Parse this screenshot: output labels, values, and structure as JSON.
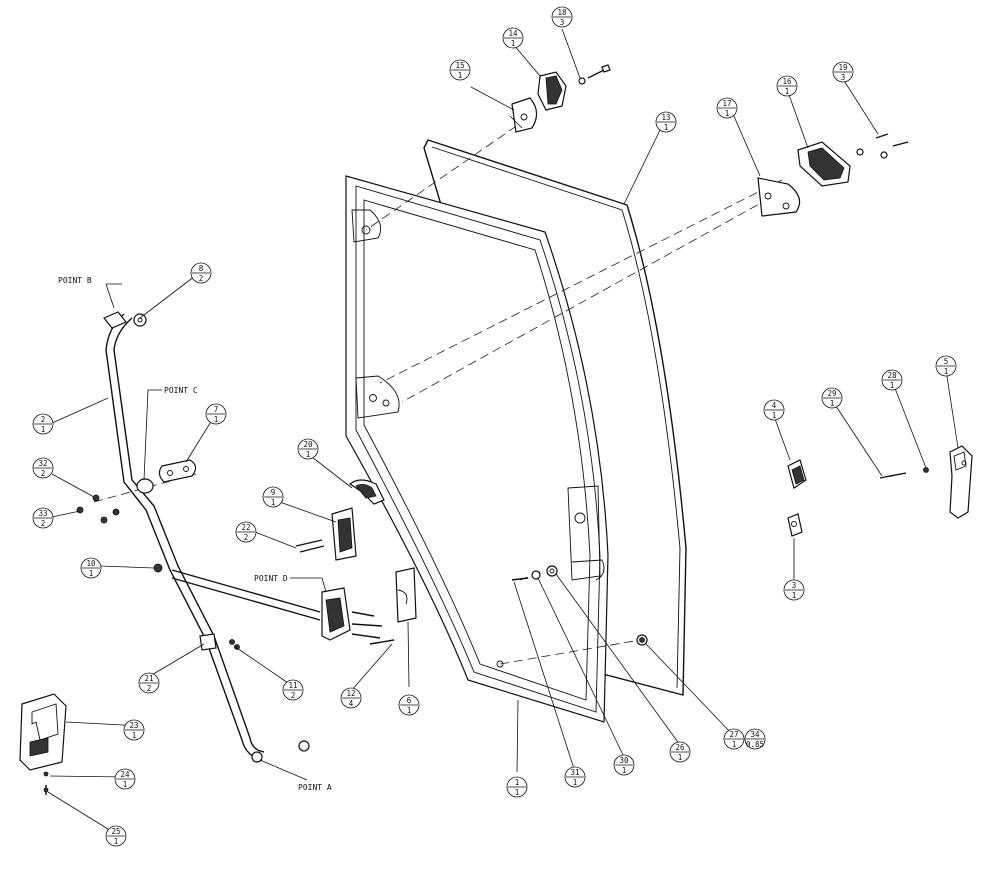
{
  "callouts": [
    {
      "item": "1",
      "qty": "1"
    },
    {
      "item": "2",
      "qty": "1"
    },
    {
      "item": "3",
      "qty": "1"
    },
    {
      "item": "4",
      "qty": "1"
    },
    {
      "item": "5",
      "qty": "1"
    },
    {
      "item": "6",
      "qty": "1"
    },
    {
      "item": "7",
      "qty": "1"
    },
    {
      "item": "8",
      "qty": "2"
    },
    {
      "item": "9",
      "qty": "1"
    },
    {
      "item": "10",
      "qty": "1"
    },
    {
      "item": "11",
      "qty": "2"
    },
    {
      "item": "12",
      "qty": "4"
    },
    {
      "item": "13",
      "qty": "1"
    },
    {
      "item": "14",
      "qty": "1"
    },
    {
      "item": "15",
      "qty": "1"
    },
    {
      "item": "16",
      "qty": "1"
    },
    {
      "item": "17",
      "qty": "1"
    },
    {
      "item": "18",
      "qty": "3"
    },
    {
      "item": "19",
      "qty": "3"
    },
    {
      "item": "20",
      "qty": "1"
    },
    {
      "item": "21",
      "qty": "2"
    },
    {
      "item": "22",
      "qty": "2"
    },
    {
      "item": "23",
      "qty": "1"
    },
    {
      "item": "24",
      "qty": "1"
    },
    {
      "item": "25",
      "qty": "1"
    },
    {
      "item": "26",
      "qty": "1"
    },
    {
      "item": "27",
      "qty": "1"
    },
    {
      "item": "28",
      "qty": "1"
    },
    {
      "item": "29",
      "qty": "1"
    },
    {
      "item": "30",
      "qty": "1"
    },
    {
      "item": "31",
      "qty": "1"
    },
    {
      "item": "32",
      "qty": "2"
    },
    {
      "item": "33",
      "qty": "2"
    },
    {
      "item": "34",
      "qty": "0.85"
    }
  ],
  "points": {
    "a": "POINT A",
    "b": "POINT B",
    "c": "POINT C",
    "d": "POINT D"
  }
}
